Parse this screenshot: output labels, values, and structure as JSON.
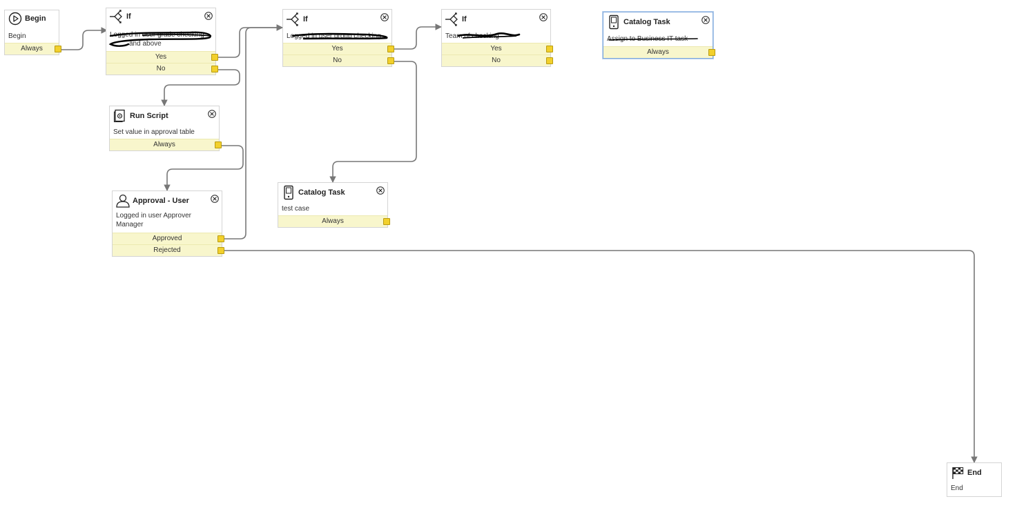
{
  "colors": {
    "condition_bg": "#f8f6cc",
    "port": "#f2d02c",
    "wire": "#777777",
    "selected_border": "#7fa9dc",
    "redaction": "#000000"
  },
  "activities": {
    "begin": {
      "title": "Begin",
      "icon": "play-icon",
      "description": "Begin",
      "conditions": [
        "Always"
      ]
    },
    "if1": {
      "title": "If",
      "icon": "branch-icon",
      "description": "Logged in user grade checking",
      "description2": "and above",
      "conditions": [
        "Yes",
        "No"
      ]
    },
    "run_script": {
      "title": "Run Script",
      "icon": "script-icon",
      "description": "Set value in approval table",
      "conditions": [
        "Always"
      ]
    },
    "approval_user": {
      "title": "Approval - User",
      "icon": "user-icon",
      "description": "Logged in user Approver",
      "description2": "Manager",
      "conditions": [
        "Approved",
        "Rejected"
      ]
    },
    "if2": {
      "title": "If",
      "icon": "branch-icon",
      "description": "Logged in user group checking",
      "conditions": [
        "Yes",
        "No"
      ]
    },
    "catalog_task_test": {
      "title": "Catalog Task",
      "icon": "device-icon",
      "description": "test case",
      "conditions": [
        "Always"
      ]
    },
    "if3": {
      "title": "If",
      "icon": "branch-icon",
      "description": "Team of checking",
      "conditions": [
        "Yes",
        "No"
      ]
    },
    "catalog_task_bit": {
      "title": "Catalog Task",
      "icon": "device-icon",
      "description": "Assign to Business IT task",
      "conditions": [
        "Always"
      ]
    },
    "end": {
      "title": "End",
      "icon": "checkered-flag-icon",
      "description": "End",
      "conditions": []
    }
  }
}
